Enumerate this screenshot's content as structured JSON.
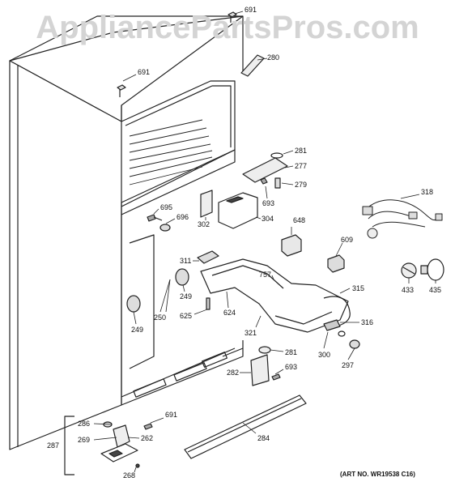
{
  "watermark": "AppliancePartsPros.com",
  "art_number": "(ART NO. WR19538 C16)",
  "parts": {
    "p691a": "691",
    "p280": "280",
    "p691b": "691",
    "p281a": "281",
    "p277": "277",
    "p279": "279",
    "p693a": "693",
    "p318": "318",
    "p695": "695",
    "p696": "696",
    "p302": "302",
    "p304": "304",
    "p648": "648",
    "p609": "609",
    "p311": "311",
    "p757": "757",
    "p433": "433",
    "p435": "435",
    "p249a": "249",
    "p315": "315",
    "p625": "625",
    "p624": "624",
    "p250": "250",
    "p249b": "249",
    "p316": "316",
    "p321": "321",
    "p281b": "281",
    "p300": "300",
    "p297": "297",
    "p693b": "693",
    "p282": "282",
    "p691c": "691",
    "p286": "286",
    "p269": "269",
    "p262": "262",
    "p287": "287",
    "p284": "284",
    "p268": "268"
  }
}
